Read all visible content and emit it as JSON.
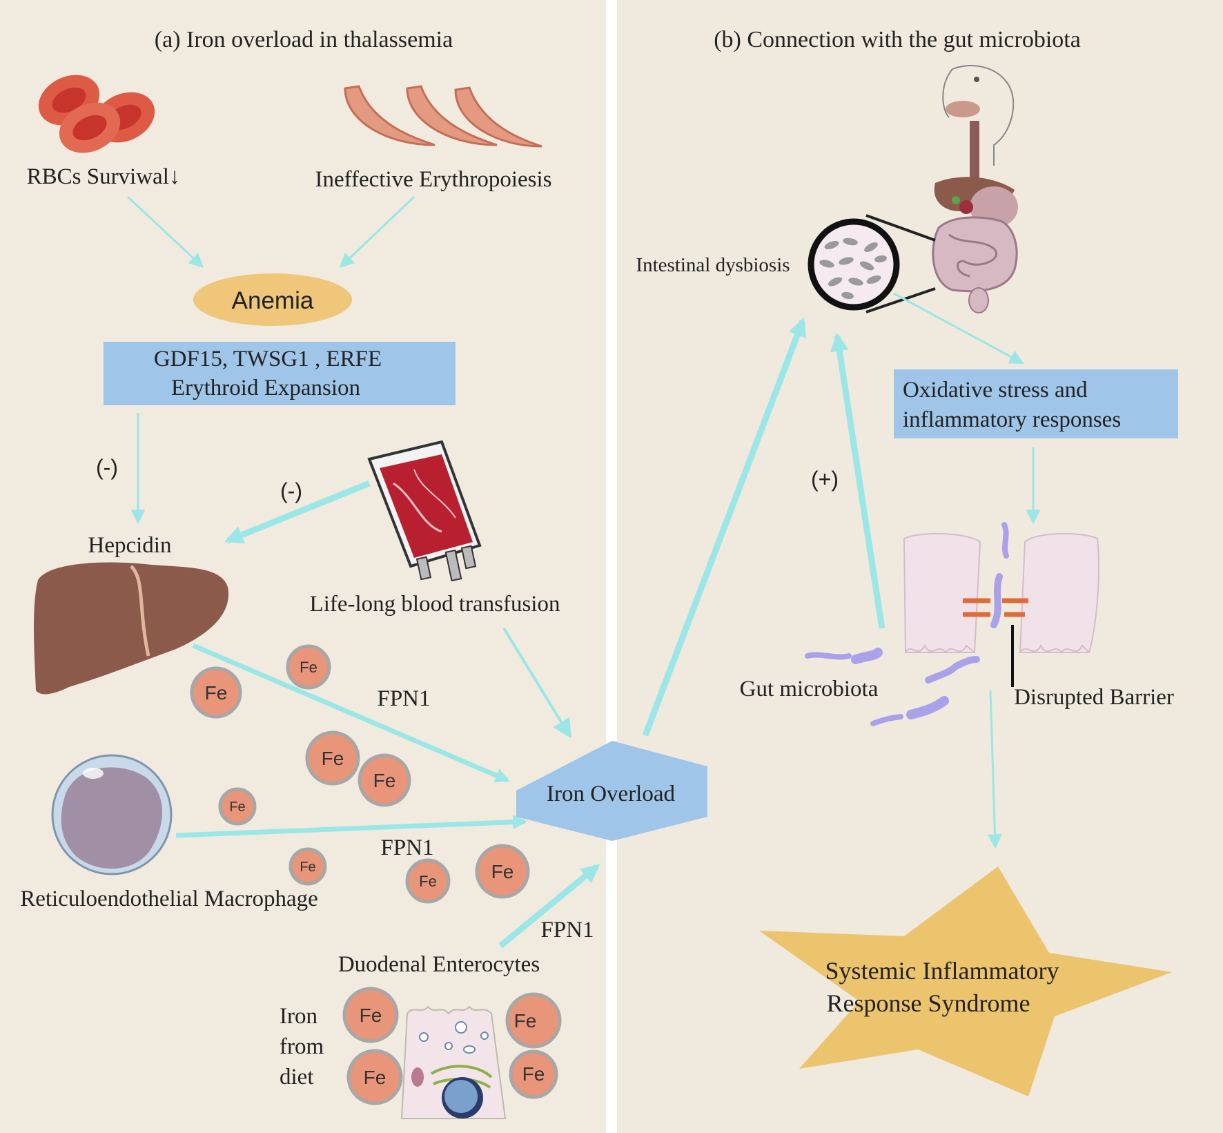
{
  "panel_a": {
    "title": "(a)  Iron overload in thalassemia",
    "rbc_label": "RBCs Surviwal↓",
    "ineffective_label": "Ineffective Erythropoiesis",
    "anemia_label": "Anemia",
    "gdf_line1": "GDF15, TWSG1 , ERFE",
    "gdf_line2": "Erythroid Expansion",
    "minus_1": "(-)",
    "minus_2": "(-)",
    "hepcidin_label": "Hepcidin",
    "transfusion_label": "Life-long blood transfusion",
    "fpn1_1": "FPN1",
    "fpn1_2": "FPN1",
    "fpn1_3": "FPN1",
    "iron_overload_label": "Iron Overload",
    "macrophage_label": "Reticuloendothelial Macrophage",
    "duodenal_label": "Duodenal Enterocytes",
    "diet_line1": "Iron",
    "diet_line2": "from",
    "diet_line3": "diet",
    "fe_label": "Fe"
  },
  "panel_b": {
    "title": "(b)  Connection with the gut microbiota",
    "dysbiosis_label": "Intestinal dysbiosis",
    "oxidative_line1": "Oxidative stress and",
    "oxidative_line2": "inflammatory responses",
    "plus_label": "(+)",
    "gut_microbiota_label": "Gut microbiota",
    "barrier_label": "Disrupted Barrier",
    "sirs_line1": "Systemic Inflammatory",
    "sirs_line2": "Response Syndrome"
  },
  "colors": {
    "panel_bg": "#f1ebdf",
    "panel_bg_b": "#efe9de",
    "arrow": "#9be6e6",
    "blue_box": "#9fc5e8",
    "anemia": "#f0c77a",
    "fe_fill": "#e8957a",
    "fe_ring": "#a7a7a7",
    "star": "#ecc46e"
  }
}
